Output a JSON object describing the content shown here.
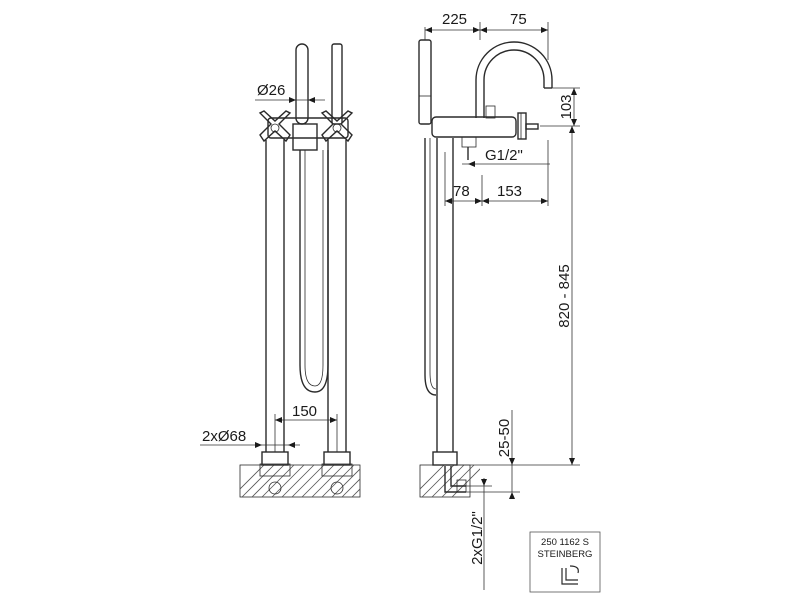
{
  "dimensions": {
    "hose_width": "Ø26",
    "pitch": "150",
    "pipe_diameter": "2xØ68",
    "depth_225": "225",
    "depth_75": "75",
    "height_103": "103",
    "thread_top": "G1/2\"",
    "offset_78": "78",
    "offset_153": "153",
    "height_range": "820 - 845",
    "floor_range": "25-50",
    "thread_bottom": "2xG1/2\""
  },
  "title_block": {
    "code": "250 1162 S",
    "brand": "STEINBERG",
    "logo_icon": "steinberg-logo-icon"
  }
}
